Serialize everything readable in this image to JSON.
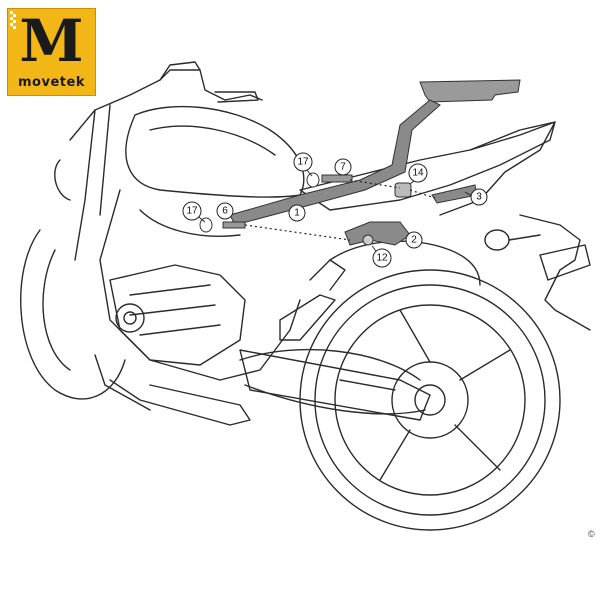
{
  "brand": {
    "logo_letter": "M",
    "logo_word": "movetek",
    "logo_color": "#f2b617"
  },
  "copyright": "©",
  "callouts": [
    {
      "id": "c1",
      "label": "1"
    },
    {
      "id": "c2",
      "label": "2"
    },
    {
      "id": "c3",
      "label": "3"
    },
    {
      "id": "c6",
      "label": "6"
    },
    {
      "id": "c7",
      "label": "7"
    },
    {
      "id": "c12",
      "label": "12"
    },
    {
      "id": "c14",
      "label": "14"
    },
    {
      "id": "c17a",
      "label": "17"
    },
    {
      "id": "c17b",
      "label": "17"
    }
  ],
  "colors": {
    "line": "#2b2b2b",
    "part_fill": "#8a8a8a",
    "part_stroke": "#333333"
  }
}
